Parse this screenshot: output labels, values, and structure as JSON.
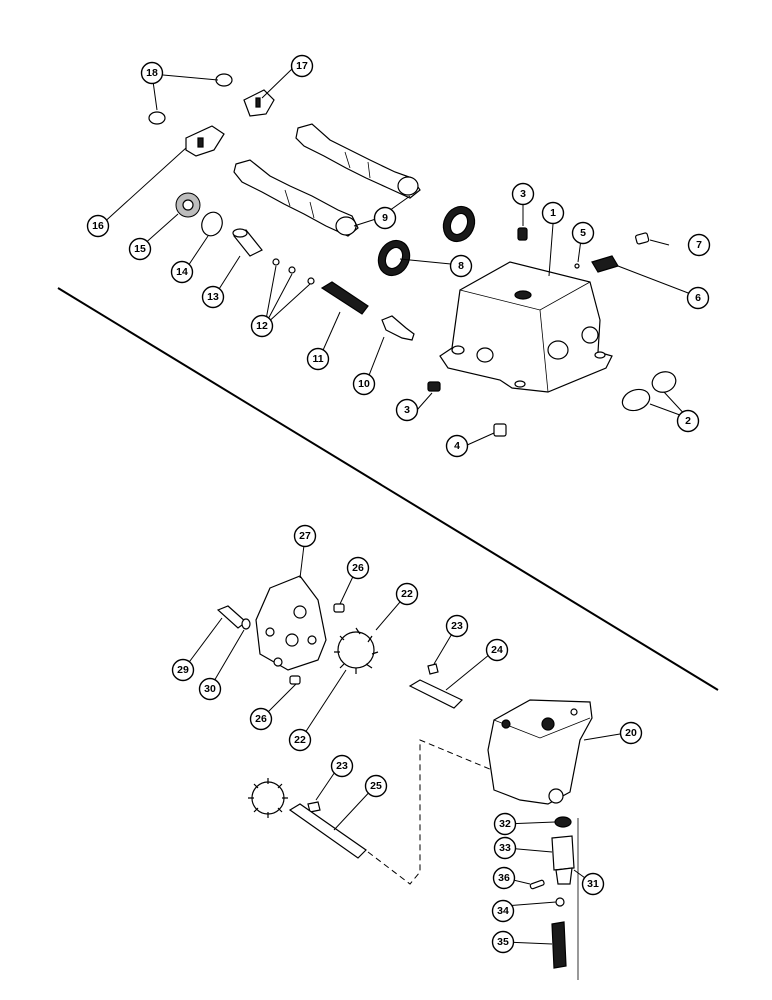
{
  "diagram": {
    "callouts": [
      {
        "id": "c1",
        "label": "1"
      },
      {
        "id": "c2",
        "label": "2"
      },
      {
        "id": "c3a",
        "label": "3"
      },
      {
        "id": "c3b",
        "label": "3"
      },
      {
        "id": "c4",
        "label": "4"
      },
      {
        "id": "c5",
        "label": "5"
      },
      {
        "id": "c6",
        "label": "6"
      },
      {
        "id": "c7",
        "label": "7"
      },
      {
        "id": "c8",
        "label": "8"
      },
      {
        "id": "c9",
        "label": "9"
      },
      {
        "id": "c10",
        "label": "10"
      },
      {
        "id": "c11",
        "label": "11"
      },
      {
        "id": "c12",
        "label": "12"
      },
      {
        "id": "c13",
        "label": "13"
      },
      {
        "id": "c14",
        "label": "14"
      },
      {
        "id": "c15",
        "label": "15"
      },
      {
        "id": "c16",
        "label": "16"
      },
      {
        "id": "c17",
        "label": "17"
      },
      {
        "id": "c18",
        "label": "18"
      },
      {
        "id": "c20",
        "label": "20"
      },
      {
        "id": "c22a",
        "label": "22"
      },
      {
        "id": "c22b",
        "label": "22"
      },
      {
        "id": "c23a",
        "label": "23"
      },
      {
        "id": "c23b",
        "label": "23"
      },
      {
        "id": "c24",
        "label": "24"
      },
      {
        "id": "c25",
        "label": "25"
      },
      {
        "id": "c26a",
        "label": "26"
      },
      {
        "id": "c26b",
        "label": "26"
      },
      {
        "id": "c27",
        "label": "27"
      },
      {
        "id": "c29",
        "label": "29"
      },
      {
        "id": "c30",
        "label": "30"
      },
      {
        "id": "c31",
        "label": "31"
      },
      {
        "id": "c32",
        "label": "32"
      },
      {
        "id": "c33",
        "label": "33"
      },
      {
        "id": "c34",
        "label": "34"
      },
      {
        "id": "c35",
        "label": "35"
      },
      {
        "id": "c36",
        "label": "36"
      }
    ]
  }
}
